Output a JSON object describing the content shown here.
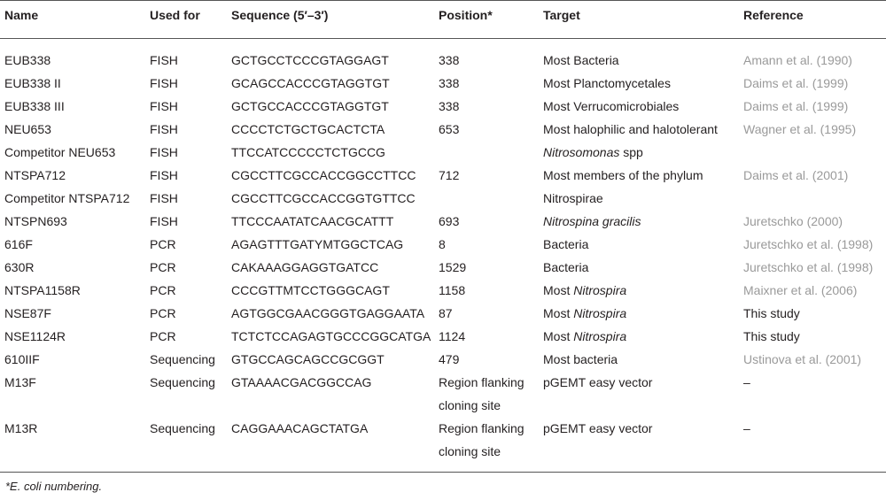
{
  "table": {
    "headers": [
      "Name",
      "Used for",
      "Sequence (5′–3′)",
      "Position*",
      "Target",
      "Reference"
    ],
    "rows": [
      {
        "name": "EUB338",
        "used_for": "FISH",
        "sequence": "GCTGCCTCCCGTAGGAGT",
        "position": "338",
        "target": "Most Bacteria",
        "reference": "Amann et al. (1990)"
      },
      {
        "name": "EUB338 II",
        "used_for": "FISH",
        "sequence": "GCAGCCACCCGTAGGTGT",
        "position": "338",
        "target": "Most Planctomycetales",
        "reference": "Daims et al. (1999)"
      },
      {
        "name": "EUB338 III",
        "used_for": "FISH",
        "sequence": "GCTGCCACCCGTAGGTGT",
        "position": "338",
        "target": "Most Verrucomicrobiales",
        "reference": "Daims et al. (1999)"
      },
      {
        "name": "NEU653",
        "used_for": "FISH",
        "sequence": "CCCCTCTGCTGCACTCTA",
        "position": "653",
        "target": "Most halophilic and halotolerant",
        "reference": "Wagner et al. (1995)"
      },
      {
        "name": "Competitor NEU653",
        "used_for": "FISH",
        "sequence": "TTCCATCCCCCTCTGCCG",
        "position": "",
        "target": "Nitrosomonas",
        "target_suffix": " spp",
        "reference": ""
      },
      {
        "name": "NTSPA712",
        "used_for": "FISH",
        "sequence": "CGCCTTCGCCACCGGCCTTCC",
        "position": "712",
        "target": "Most members of the phylum",
        "reference": "Daims et al. (2001)"
      },
      {
        "name": "Competitor NTSPA712",
        "used_for": "FISH",
        "sequence": "CGCCTTCGCCACCGGTGTTCC",
        "position": "",
        "target": "Nitrospirae",
        "reference": ""
      },
      {
        "name": "NTSPN693",
        "used_for": "FISH",
        "sequence": "TTCCCAATATCAACGCATTT",
        "position": "693",
        "target_italic": "Nitrospina gracilis",
        "reference": "Juretschko (2000)"
      },
      {
        "name": "616F",
        "used_for": "PCR",
        "sequence": "AGAGTTTGATYMTGGCTCAG",
        "position": "8",
        "target": "Bacteria",
        "reference": "Juretschko et al. (1998)"
      },
      {
        "name": "630R",
        "used_for": "PCR",
        "sequence": "CAKAAAGGAGGTGATCC",
        "position": "1529",
        "target": "Bacteria",
        "reference": "Juretschko et al. (1998)"
      },
      {
        "name": "NTSPA1158R",
        "used_for": "PCR",
        "sequence": "CCCGTTMTCCTGGGCAGT",
        "position": "1158",
        "target_prefix": "Most ",
        "target_italic": "Nitrospira",
        "reference": "Maixner et al. (2006)"
      },
      {
        "name": "NSE87F",
        "used_for": "PCR",
        "sequence": "AGTGGCGAACGGGTGAGGAATA",
        "position": "87",
        "target_prefix": "Most ",
        "target_italic": "Nitrospira",
        "reference_plain": "This study"
      },
      {
        "name": "NSE1124R",
        "used_for": "PCR",
        "sequence": "TCTCTCCAGAGTGCCCGGCATGA",
        "position": "1124",
        "target_prefix": "Most ",
        "target_italic": "Nitrospira",
        "reference_plain": "This study"
      },
      {
        "name": "610IIF",
        "used_for": "Sequencing",
        "sequence": "GTGCCAGCAGCCGCGGT",
        "position": "479",
        "target": "Most bacteria",
        "reference": "Ustinova et al. (2001)"
      },
      {
        "name": "M13F",
        "used_for": "Sequencing",
        "sequence": "GTAAAACGACGGCCAG",
        "position": "Region flanking",
        "target": "pGEMT easy vector",
        "reference_plain": "–"
      },
      {
        "name": "",
        "used_for": "",
        "sequence": "",
        "position": "cloning site",
        "target": "",
        "reference": ""
      },
      {
        "name": "M13R",
        "used_for": "Sequencing",
        "sequence": "CAGGAAACAGCTATGA",
        "position": "Region flanking",
        "target": "pGEMT easy vector",
        "reference_plain": "–"
      },
      {
        "name": "",
        "used_for": "",
        "sequence": "",
        "position": "cloning site",
        "target": "",
        "reference": ""
      }
    ]
  },
  "footnote": "*E. coli numbering."
}
